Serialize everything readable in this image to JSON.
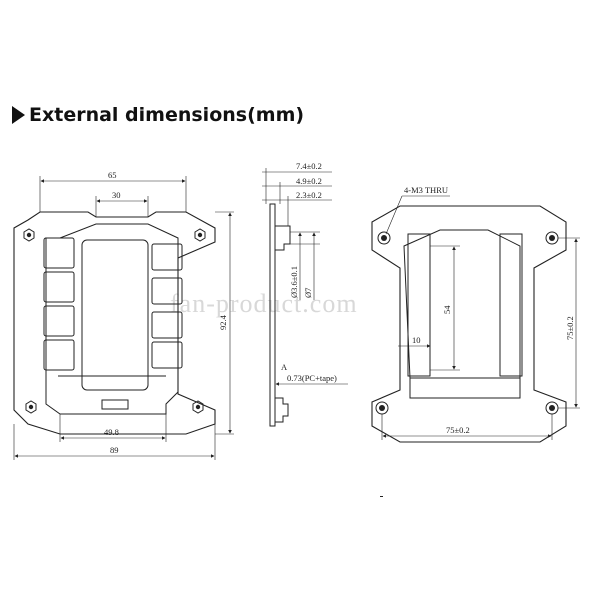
{
  "heading": {
    "title": "External dimensions(mm)"
  },
  "watermark": "fan-product.com",
  "front_view": {
    "dims": {
      "width_top": "65",
      "width_inner": "30",
      "height": "92.4",
      "width_bottom_inner": "49.8",
      "width_total": "89"
    }
  },
  "side_view": {
    "dims": {
      "d1": "7.4±0.2",
      "d2": "4.9±0.2",
      "d3": "2.3±0.2",
      "dia1": "Ø3.6±0.1",
      "dia2": "Ø7",
      "label_a": "A",
      "tape": "0.73(PC+tape)"
    }
  },
  "back_view": {
    "dims": {
      "holes": "4-M3 THRU",
      "slot_len": "54",
      "slot_w": "10",
      "pitch_h": "75±0.2",
      "pitch_v": "75±0.2"
    }
  }
}
